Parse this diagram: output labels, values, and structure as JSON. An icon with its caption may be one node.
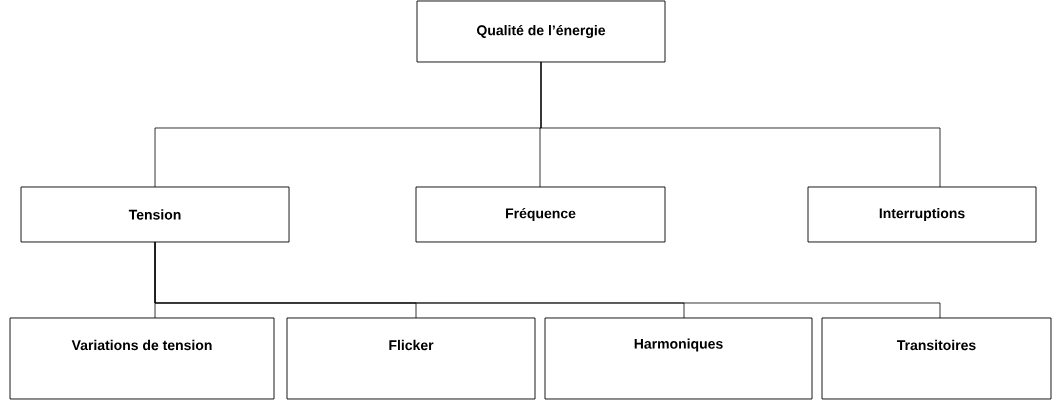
{
  "diagram": {
    "nodes": [
      {
        "text": [
          "Qualité de l’énergie"
        ]
      },
      {
        "text": [
          "Tension"
        ]
      },
      {
        "text": [
          "Fréquence"
        ]
      },
      {
        "text": [
          "Interruptions"
        ]
      },
      {
        "text": [
          "Variations de tension"
        ]
      },
      {
        "text": [
          "Flicker"
        ]
      },
      {
        "text": [
          "Harmoniques"
        ]
      },
      {
        "text": [
          "Transitoires"
        ]
      }
    ],
    "edges": [
      {
        "from": 0,
        "to": 1,
        "arrow": "none"
      },
      {
        "from": 0,
        "to": 2,
        "arrow": "none"
      },
      {
        "from": 0,
        "to": 3,
        "arrow": "none"
      },
      {
        "from": 1,
        "to": 4,
        "arrow": "none"
      },
      {
        "from": 1,
        "to": 5,
        "arrow": "none"
      },
      {
        "from": 1,
        "to": 6,
        "arrow": "none"
      },
      {
        "from": 1,
        "to": 7,
        "arrow": "none"
      }
    ]
  }
}
